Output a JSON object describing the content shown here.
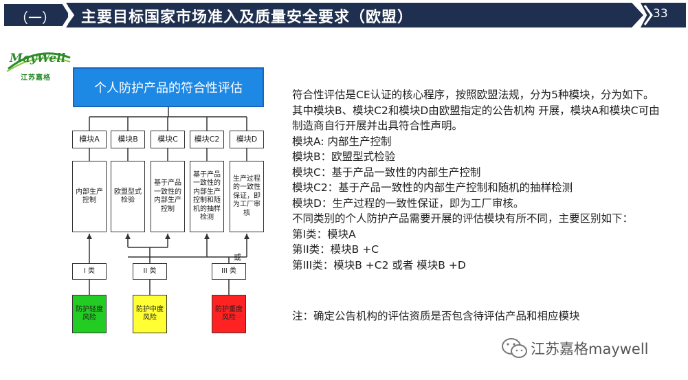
{
  "header": {
    "section_label": "（一）",
    "title": "主要目标国家市场准入及质量安全要求（欧盟）",
    "page_number": "33"
  },
  "logo": {
    "brand": "MayWell",
    "subtitle": "江苏嘉格"
  },
  "diagram": {
    "title": "个人防护产品的符合性评估",
    "modules": [
      "模块A",
      "模块B",
      "模块C",
      "模块C2",
      "模块D"
    ],
    "descriptions": [
      "内部生产控制",
      "欧盟型式检验",
      "基于产品一致性的内部生产控制",
      "基于产品一致性的内部生产控制和随机的抽样检测",
      "生产过程的一致性保证，即为工厂审核"
    ],
    "or_label": "或",
    "classes": [
      "I 类",
      "II 类",
      "III 类"
    ],
    "risks": [
      "防护轻度风险",
      "防护中度风险",
      "防护重度风险"
    ],
    "risk_colors": [
      "#22cc22",
      "#ffff33",
      "#ff2222"
    ]
  },
  "text": {
    "lines": [
      "符合性评估是CE认证的核心程序，按照欧盟法规，分为5种模块，分为如下。其中模块B、模块C2和模块D由欧盟指定的公告机构 开展，模块A和模块C可由制造商自行开展并出具符合性声明。",
      "模块A: 内部生产控制",
      "模块B：欧盟型式检验",
      "模块C：基于产品一致性的内部生产控制",
      "模块C2：基于产品一致性的内部生产控制和随机的抽样检测",
      "模块D：生产过程的一致性保证，即为工厂审核。",
      "不同类别的个人防护产品需要开展的评估模块有所不同，主要区别如下：",
      "第I类：模块A",
      "第II类：模块B +C",
      "第III类：模块B +C2  或者  模块B +D"
    ],
    "note": "注：确定公告机构的评估资质是否包含待评估产品和相应模块"
  },
  "watermark": {
    "text": "江苏嘉格maywell",
    "icon": "wechat-icon"
  }
}
